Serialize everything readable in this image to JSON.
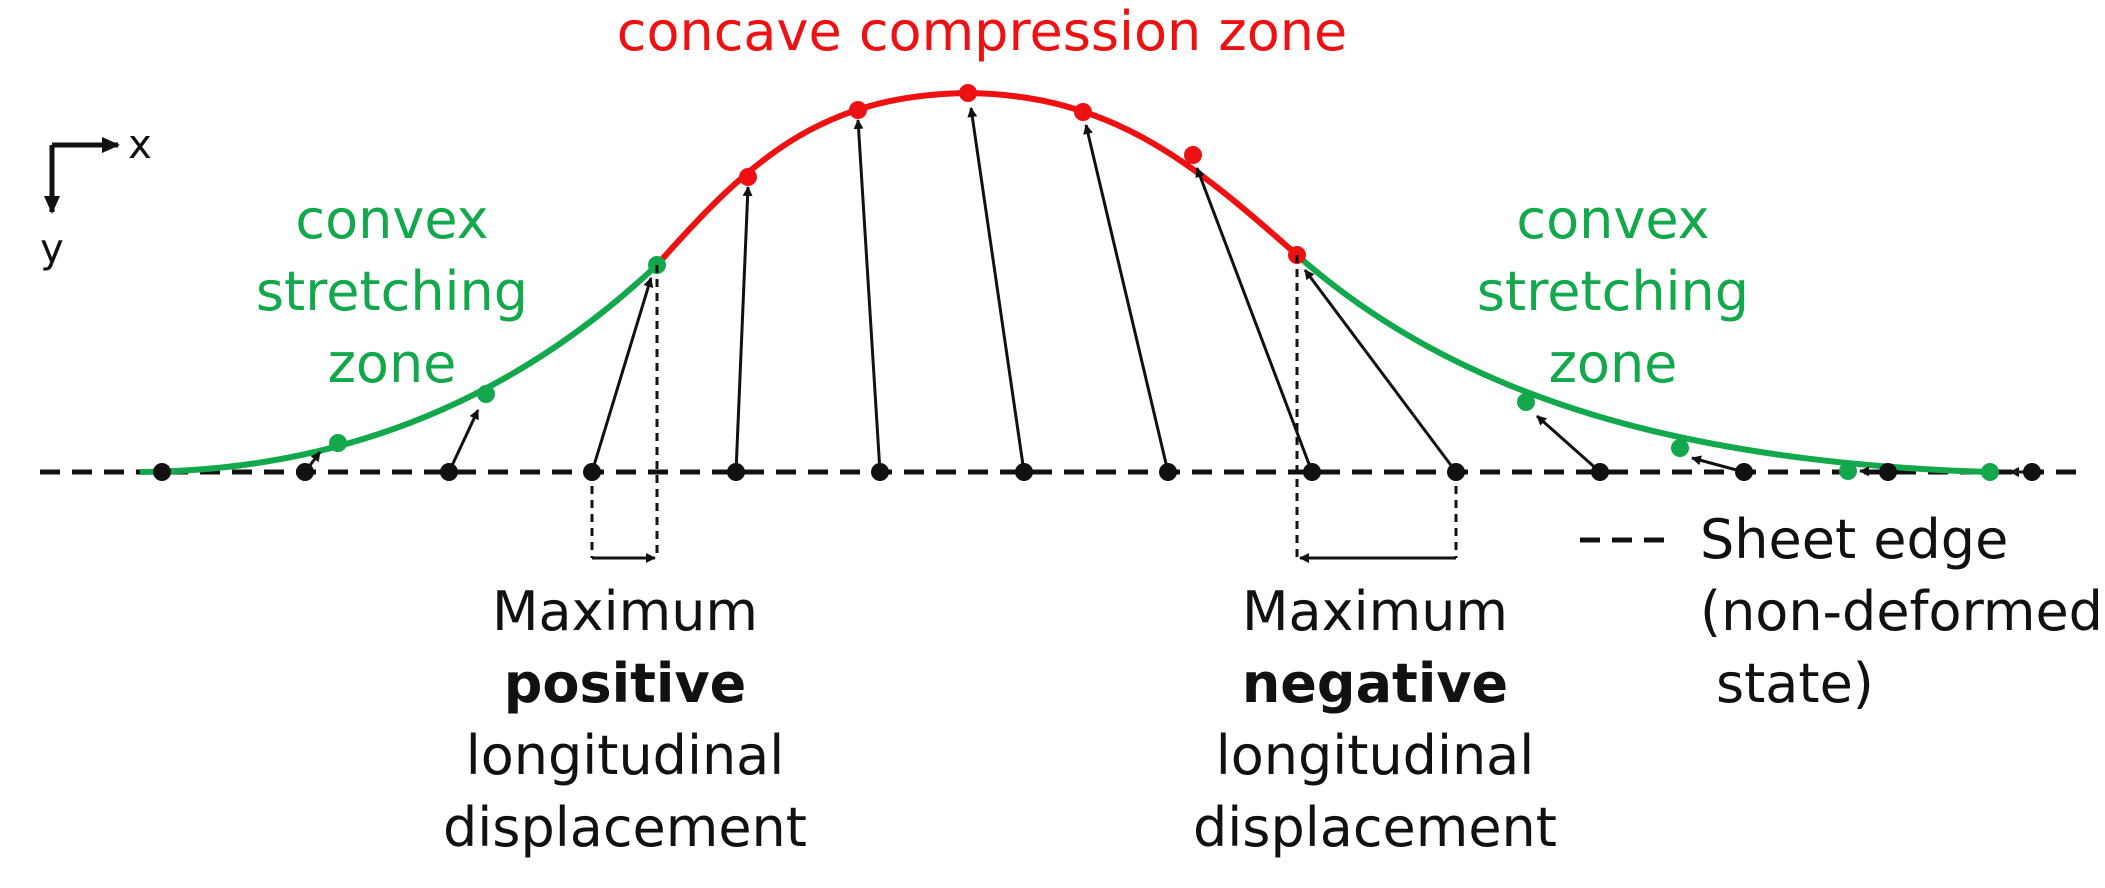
{
  "labels": {
    "top": "concave compression zone",
    "convex_left": [
      "convex",
      "stretching",
      "zone"
    ],
    "convex_right": [
      "convex",
      "stretching",
      "zone"
    ],
    "max_positive": [
      "Maximum",
      "positive",
      "longitudinal",
      "displacement"
    ],
    "max_negative": [
      "Maximum",
      "negative",
      "longitudinal",
      "displacement"
    ],
    "legend": [
      "Sheet edge",
      "(non-deformed",
      "state)"
    ],
    "axis_x": "x",
    "axis_y": "y"
  },
  "colors": {
    "compression": "#ee1111",
    "stretching": "#12a84b",
    "edge": "#111111"
  }
}
